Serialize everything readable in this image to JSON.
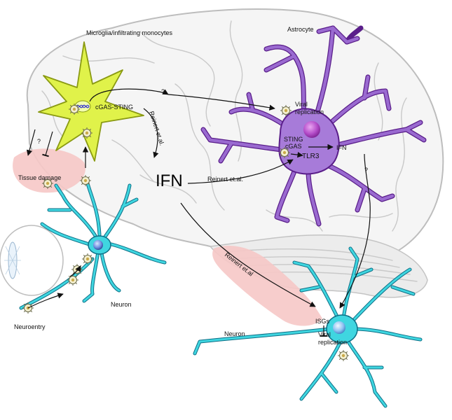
{
  "labels": {
    "microglia": "Microglia/infiltrating monocytes",
    "astrocyte": "Astrocyte",
    "cgas_sting": "cGAS-STING",
    "question_top": "?",
    "question_left": "?",
    "question_right": "?",
    "reinert_1": "Reinert et.al.",
    "reinert_2": "Reinert et.al.",
    "reinert_3": "Reinert et.al",
    "ifn_center": "IFN",
    "viral_replication_astro": "Viral\nreplication",
    "sting": "STING",
    "cgas": "cGAS",
    "tlr3": "TLR3",
    "ifn_astro": "IFN",
    "tissue_damage": "Tissue damage",
    "neuron_left": "Neuron",
    "neuroentry": "Neuroentry",
    "neuron_right": "Neuron",
    "isgs": "ISGs",
    "viral_replication_neuron": "Viral\nreplication"
  },
  "colors": {
    "microglia_fill": "#e0f24a",
    "microglia_stroke": "#8a9a12",
    "astrocyte_fill": "#a77bd9",
    "astrocyte_stroke": "#5a1e8a",
    "neuron_fill": "#3fd6e0",
    "neuron_stroke": "#0d6f86",
    "tissue_damage": "#f6c8c6",
    "brain_outline": "#c9c9c9"
  },
  "icons": [
    "virus-icon",
    "dna-icon",
    "nucleus-icon"
  ]
}
